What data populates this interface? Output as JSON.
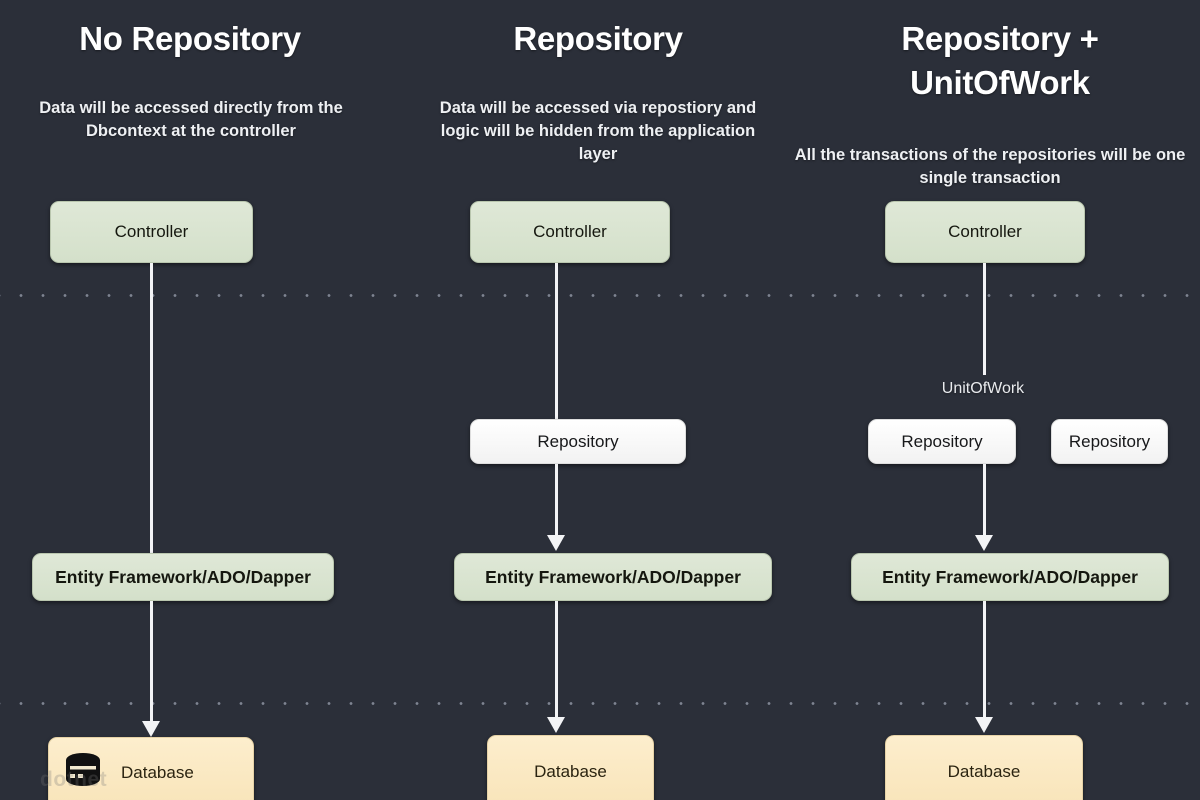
{
  "diagram": {
    "background_color": "#2b2f39",
    "columns": [
      {
        "id": "no-repository",
        "title": "No Repository",
        "subtitle": "Data will be accessed directly from the Dbcontext at the controller",
        "nodes": {
          "controller": "Controller",
          "data_access": "Entity Framework/ADO/Dapper",
          "database": "Database"
        }
      },
      {
        "id": "repository",
        "title": "Repository",
        "subtitle": "Data will be accessed via repostiory and logic will be hidden from the application layer",
        "nodes": {
          "controller": "Controller",
          "repository": "Repository",
          "data_access": "Entity Framework/ADO/Dapper",
          "database": "Database"
        }
      },
      {
        "id": "repository-unitofwork",
        "title": "Repository + UnitOfWork",
        "subtitle": "All the transactions of the repositories will be one single transaction",
        "nodes": {
          "unitofwork_label": "UnitOfWork",
          "controller": "Controller",
          "repository_one": "Repository",
          "repository_two": "Repository",
          "data_access": "Entity Framework/ADO/Dapper",
          "database": "Database"
        }
      }
    ],
    "icons": {
      "database": "database-cylinder-icon"
    },
    "colors": {
      "background": "#2b2f39",
      "green_node": "#d9e4d0",
      "white_node": "#fbfbfb",
      "cream_node": "#fbe9c3",
      "connector": "#f3f4f6",
      "title_text": "#ffffff",
      "divider_dot": "#8d93a1"
    },
    "watermark": "dotnet"
  }
}
